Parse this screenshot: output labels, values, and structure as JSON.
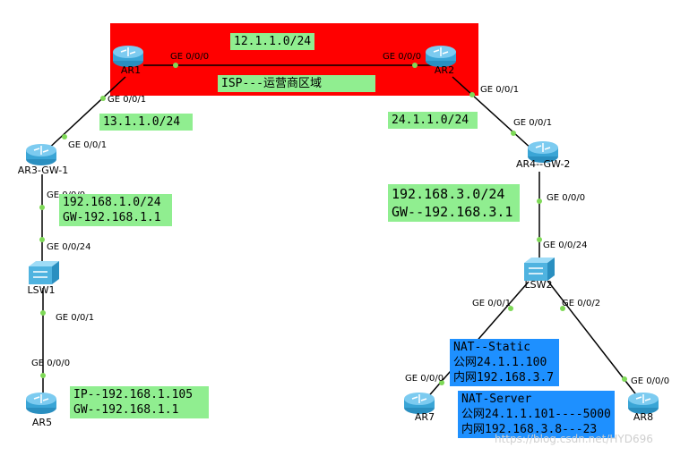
{
  "isp_region": {
    "color": "#ff0000",
    "label": "ISP---运营商区域",
    "subnet": "12.1.1.0/24"
  },
  "devices": {
    "ar1": "AR1",
    "ar2": "AR2",
    "ar3": "AR3-GW-1",
    "ar4": "AR4--GW-2",
    "lsw1": "LSW1",
    "lsw2": "LSW2",
    "ar5": "AR5",
    "ar7": "AR7",
    "ar8": "AR8"
  },
  "ports": {
    "ar1_ge000": "GE 0/0/0",
    "ar2_ge000": "GE 0/0/0",
    "ar1_ge001": "GE 0/0/1",
    "ar3_ge001": "GE 0/0/1",
    "ar2_ge001": "GE 0/0/1",
    "ar4_ge001": "GE 0/0/1",
    "ar3_ge000": "GE 0/0/0",
    "lsw1_ge0024": "GE 0/0/24",
    "lsw1_ge001": "GE 0/0/1",
    "ar5_ge000": "GE 0/0/0",
    "ar4_ge000": "GE 0/0/0",
    "lsw2_ge0024": "GE 0/0/24",
    "lsw2_ge001": "GE 0/0/1",
    "lsw2_ge002": "GE 0/0/2",
    "ar7_ge000": "GE 0/0/0",
    "ar8_ge000": "GE 0/0/0"
  },
  "subnets": {
    "ar1_ar3": "13.1.1.0/24",
    "ar2_ar4": "24.1.1.0/24",
    "lan1_net": "192.168.1.0/24",
    "lan1_gw": "GW-192.168.1.1",
    "lan3_net": "192.168.3.0/24",
    "lan3_gw": "GW--192.168.3.1",
    "ar5_ip": "IP--192.168.1.105",
    "ar5_gw": "GW--192.168.1.1"
  },
  "nat": {
    "static_title": "NAT--Static",
    "static_public": "公网24.1.1.100",
    "static_private": "内网192.168.3.7",
    "server_title": "NAT-Server",
    "server_public": "公网24.1.1.101----5000",
    "server_private": "内网192.168.3.8---23"
  },
  "watermark": "https://blog.csdn.net/HYD696",
  "colors": {
    "green": "#90EE90",
    "blue": "#1E90FF",
    "link": "#000000",
    "dot": "#7ed957"
  }
}
